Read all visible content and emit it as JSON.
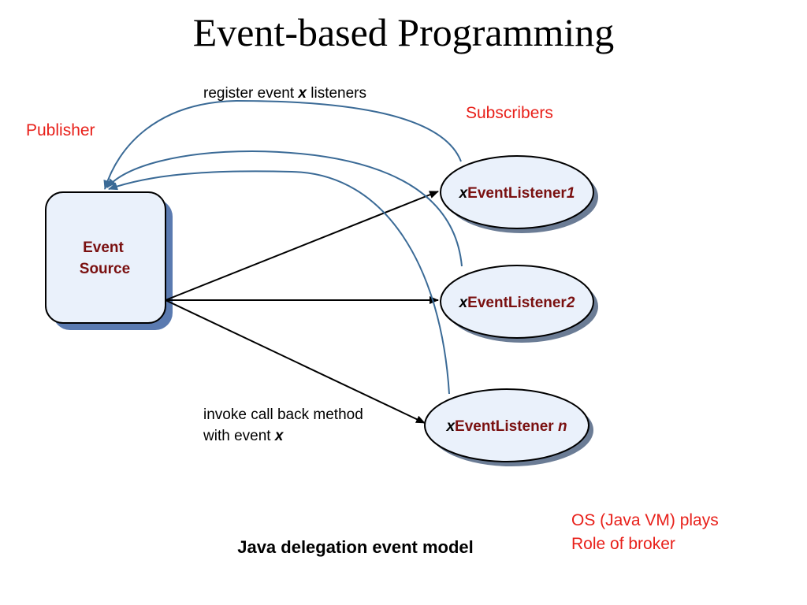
{
  "title": "Event-based Programming",
  "labels": {
    "publisher": "Publisher",
    "subscribers": "Subscribers",
    "broker_line1": "OS (Java VM) plays",
    "broker_line2": "Role of broker"
  },
  "notes": {
    "register_prefix": "register event ",
    "register_var": "x",
    "register_suffix": " listeners",
    "invoke_line1": "invoke call back method",
    "invoke_line2_prefix": "with event ",
    "invoke_line2_var": "x"
  },
  "source": {
    "line1": "Event",
    "line2": "Source"
  },
  "listeners": [
    {
      "prefix": "x",
      "name": "EventListener",
      "suffix": "1"
    },
    {
      "prefix": "x",
      "name": "EventListener",
      "suffix": "2"
    },
    {
      "prefix": "x",
      "name": "EventListener ",
      "suffix": "n"
    }
  ],
  "caption": "Java delegation event  model",
  "colors": {
    "register_arrows": "#3a6a96",
    "invoke_arrows": "#000000",
    "labels_red": "#e8201a",
    "node_text": "#7a1010",
    "node_fill": "#eaf1fb",
    "node_shadow": "#5a7ab0"
  }
}
